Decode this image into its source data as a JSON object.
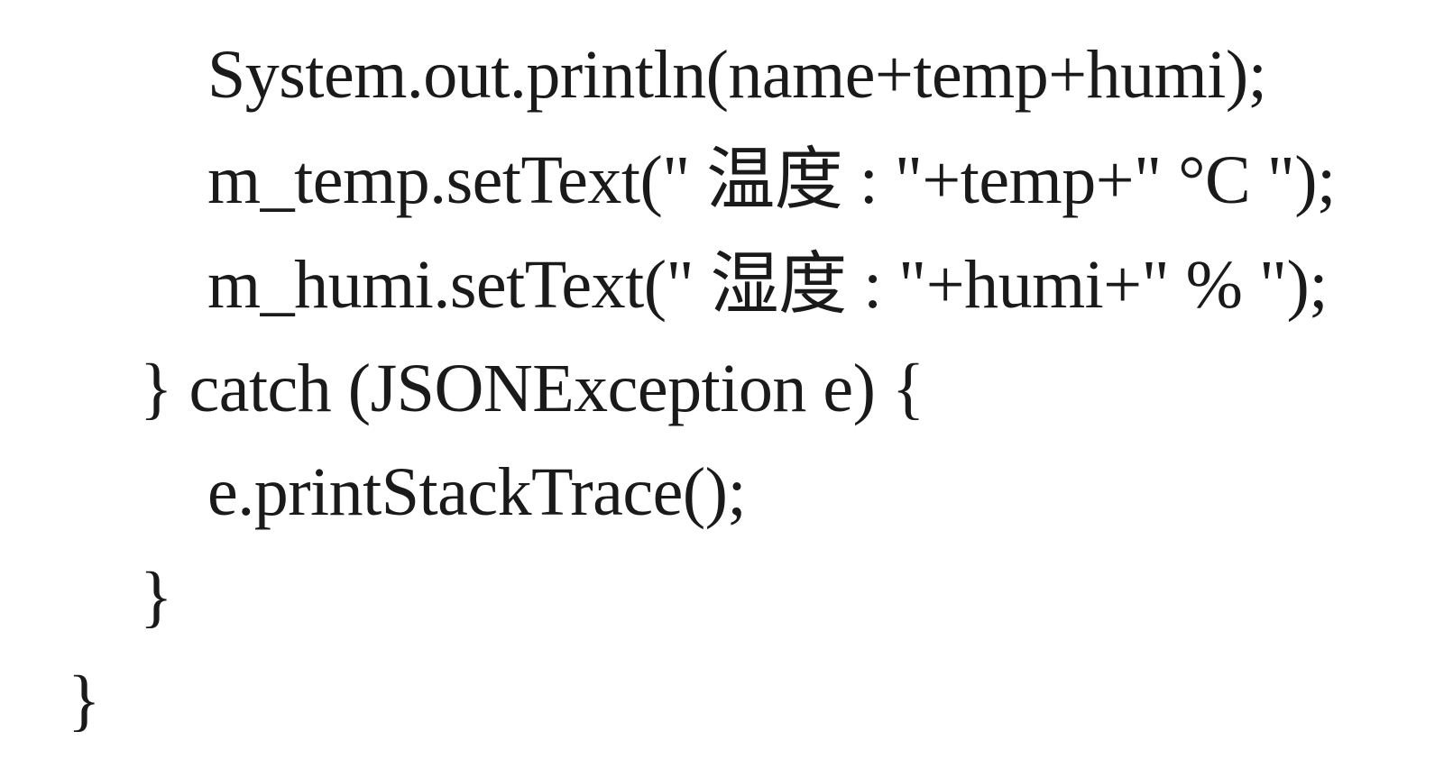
{
  "code": {
    "lines": [
      "System.out.println(name+temp+humi);",
      "m_temp.setText(\" 温度 : \"+temp+\" °C \");",
      "m_humi.setText(\" 湿度 : \"+humi+\" % \");",
      "} catch (JSONException e) {",
      "e.printStackTrace();",
      "}",
      "}"
    ]
  }
}
